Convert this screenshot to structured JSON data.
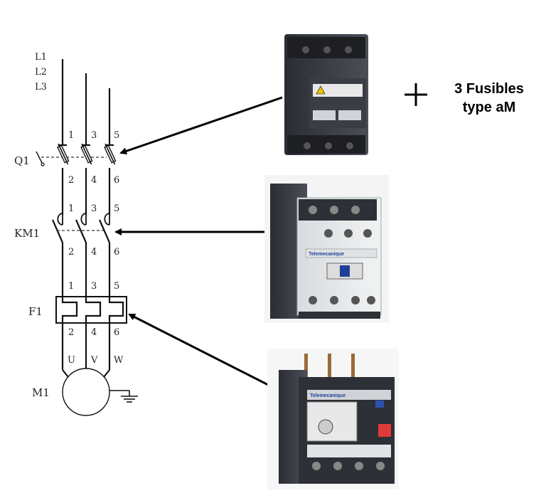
{
  "schematic": {
    "lines": [
      "L1",
      "L2",
      "L3"
    ],
    "q1": {
      "label": "Q1",
      "top": [
        "1",
        "3",
        "5"
      ],
      "bottom": [
        "2",
        "4",
        "6"
      ]
    },
    "km1": {
      "label": "KM1",
      "top": [
        "1",
        "3",
        "5"
      ],
      "bottom": [
        "2",
        "4",
        "6"
      ]
    },
    "f1": {
      "label": "F1",
      "top": [
        "1",
        "3",
        "5"
      ],
      "bottom": [
        "2",
        "4",
        "6"
      ]
    },
    "motor": {
      "label": "M1",
      "terminals": [
        "U",
        "V",
        "W"
      ]
    }
  },
  "annotation": {
    "plus": "+",
    "line1": "3 Fusibles",
    "line2": "type aM"
  },
  "photos": [
    {
      "name": "fuse-disconnector-photo"
    },
    {
      "name": "contactor-photo",
      "brand": "Telemecanique"
    },
    {
      "name": "thermal-overload-relay-photo",
      "brand": "Telemecanique"
    }
  ]
}
